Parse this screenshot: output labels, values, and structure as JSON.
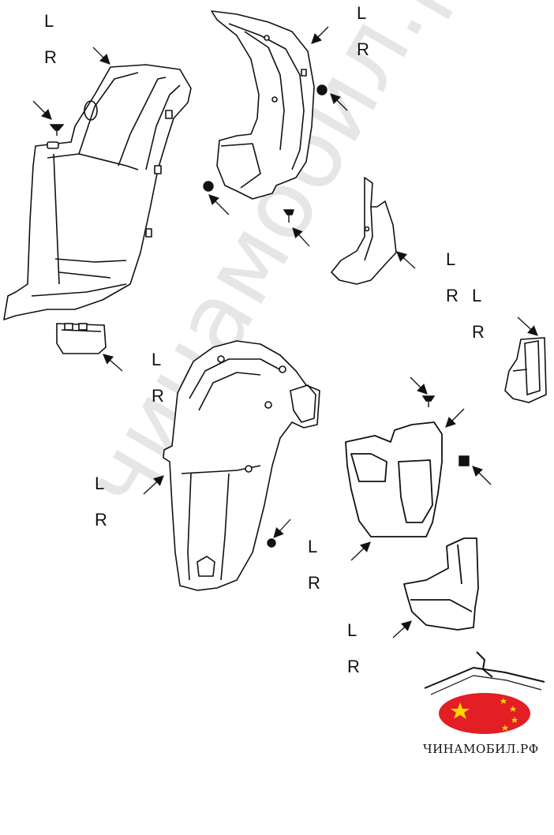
{
  "labels": [
    {
      "L": "L",
      "R": "R"
    },
    {
      "L": "L",
      "R": "R"
    },
    {
      "L": "L",
      "R": "R"
    },
    {
      "L": "L",
      "R": "R"
    },
    {
      "L": "L",
      "R": "R"
    },
    {
      "L": "L",
      "R": "R"
    },
    {
      "L": "L",
      "R": "R"
    },
    {
      "L": "L",
      "R": "R"
    }
  ],
  "watermark": "чинамобил.рф",
  "brand": {
    "name": "ЧИНАМОБИЛ.РФ",
    "flag_red": "#e31e24",
    "flag_star": "#ffd700"
  },
  "colors": {
    "line": "#111111",
    "watermark": "#e6e6e6"
  }
}
